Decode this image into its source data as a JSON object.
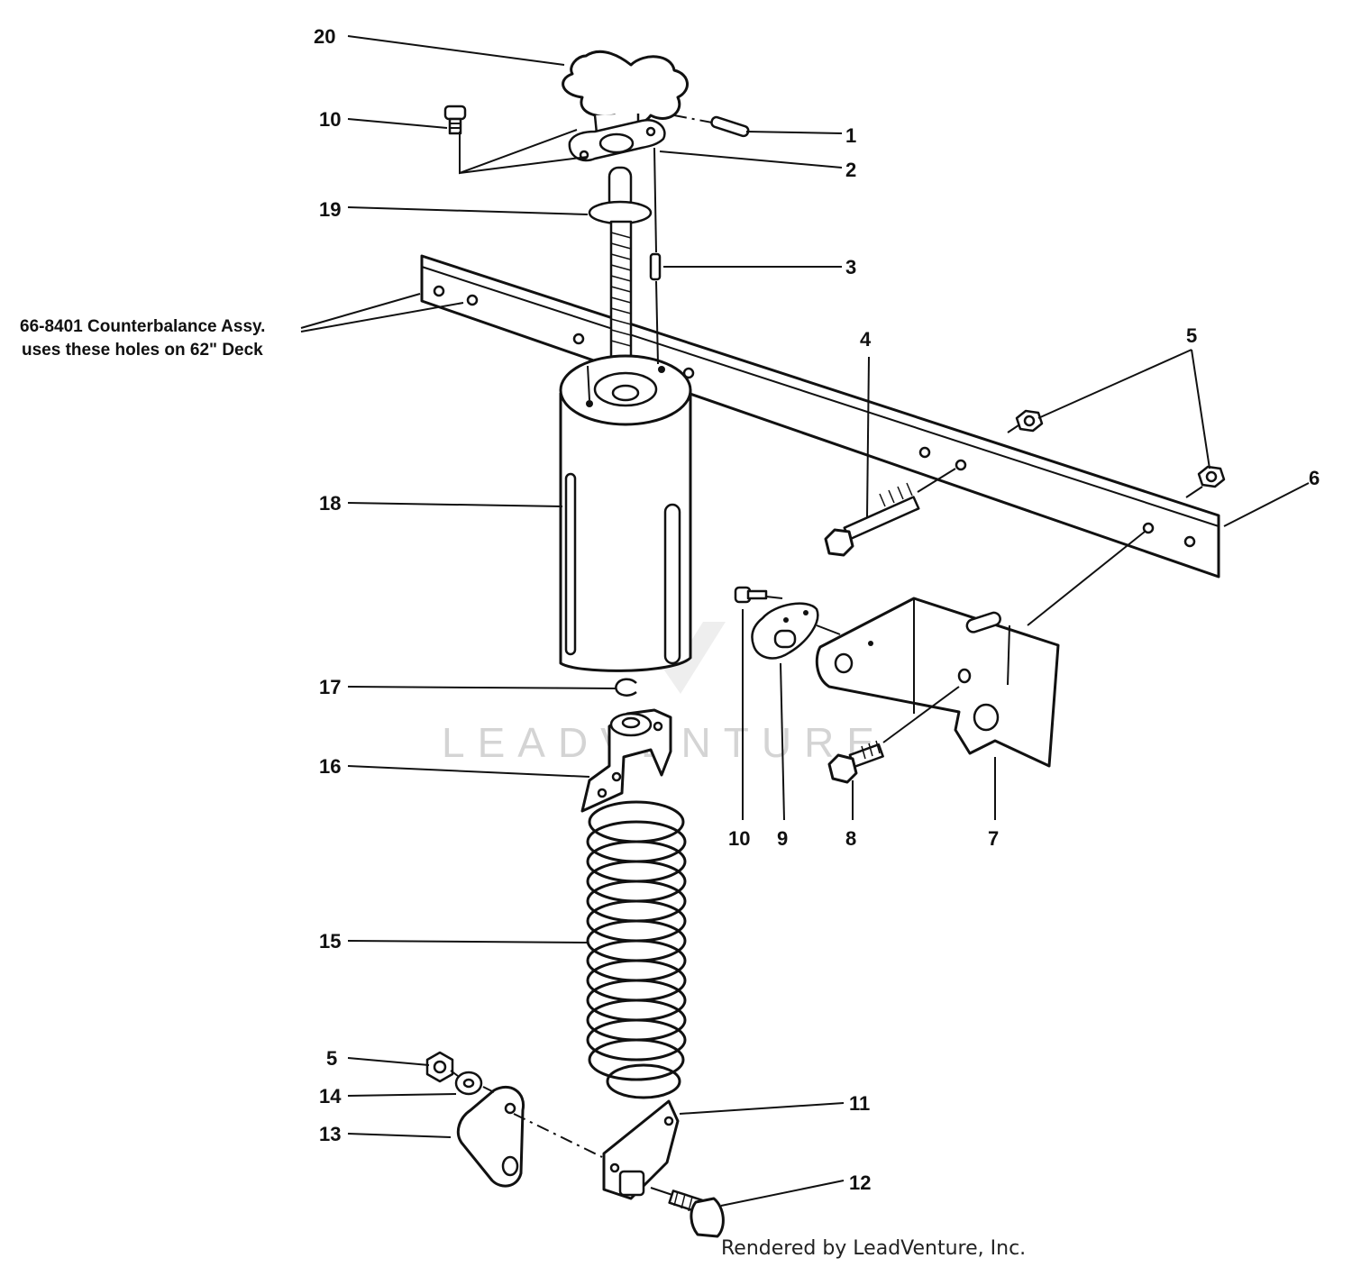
{
  "callouts": {
    "c20": "20",
    "c10a": "10",
    "c1": "1",
    "c2": "2",
    "c19": "19",
    "c3": "3",
    "c4": "4",
    "c5a": "5",
    "c6": "6",
    "c18": "18",
    "c17": "17",
    "c16": "16",
    "c10b": "10",
    "c9": "9",
    "c8": "8",
    "c7": "7",
    "c15": "15",
    "c5b": "5",
    "c14": "14",
    "c11": "11",
    "c13": "13",
    "c12": "12"
  },
  "note": {
    "line1": "66-8401 Counterbalance Assy.",
    "line2": "uses these holes on 62\" Deck"
  },
  "watermark": "LEADVENTURE",
  "credit": "Rendered by LeadVenture, Inc."
}
